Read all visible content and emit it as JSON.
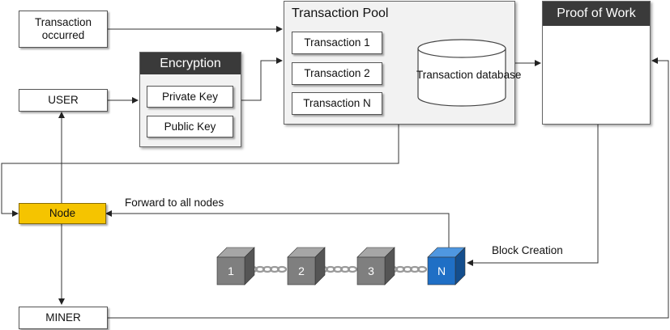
{
  "transaction_occurred": "Transaction\noccurred",
  "user": "USER",
  "node": "Node",
  "miner": "MINER",
  "encryption": {
    "title": "Encryption",
    "private_key": "Private Key",
    "public_key": "Public Key"
  },
  "pool": {
    "title": "Transaction  Pool",
    "transactions": [
      "Transaction 1",
      "Transaction 2",
      "Transaction N"
    ],
    "database": "Transaction\ndatabase"
  },
  "pow": {
    "title": "Proof of Work"
  },
  "forward_label": "Forward to all nodes",
  "block_creation_label": "Block Creation",
  "blocks": [
    "1",
    "2",
    "3",
    "N"
  ],
  "colors": {
    "node_fill": "#f5c400",
    "block_gray": "#7f7f7f",
    "block_blue": "#1f6fc5",
    "header_dark": "#3a3a3a",
    "fan_blue": "#2a8fe0"
  }
}
